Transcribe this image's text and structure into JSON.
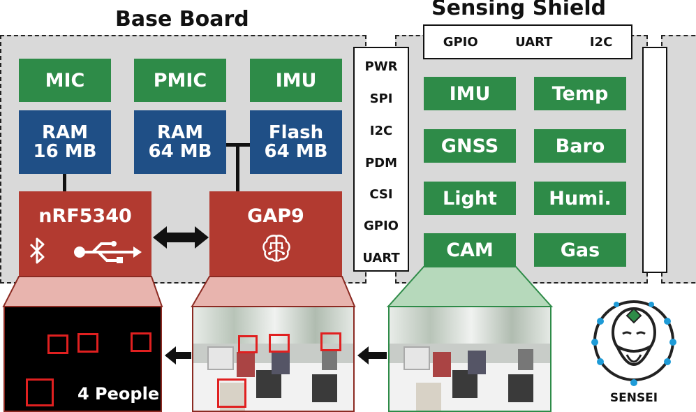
{
  "titles": {
    "base_board": "Base Board",
    "sensing_shield": "Sensing Shield"
  },
  "base_board": {
    "top_row": [
      "MIC",
      "PMIC",
      "IMU"
    ],
    "memory": [
      {
        "line1": "RAM",
        "line2": "16 MB"
      },
      {
        "line1": "RAM",
        "line2": "64 MB"
      },
      {
        "line1": "Flash",
        "line2": "64 MB"
      }
    ],
    "mcu": {
      "label": "nRF5340",
      "icons": [
        "bluetooth-icon",
        "usb-icon"
      ]
    },
    "processor": {
      "label": "GAP9",
      "icon": "brain-circuit-icon"
    }
  },
  "bus": [
    "PWR",
    "SPI",
    "I2C",
    "PDM",
    "CSI",
    "GPIO",
    "UART"
  ],
  "shield": {
    "interfaces": [
      "GPIO",
      "UART",
      "I2C"
    ],
    "sensors": [
      "IMU",
      "Temp",
      "GNSS",
      "Baro",
      "Light",
      "Humi.",
      "Gas",
      "CAM"
    ]
  },
  "output": {
    "people_count": "4 People"
  },
  "logo": {
    "text": "SENSEI"
  },
  "colors": {
    "green": "#2e8b48",
    "blue": "#1f4f86",
    "red": "#b23a30",
    "panel": "#d9d9d9",
    "detection": "#e02020"
  }
}
